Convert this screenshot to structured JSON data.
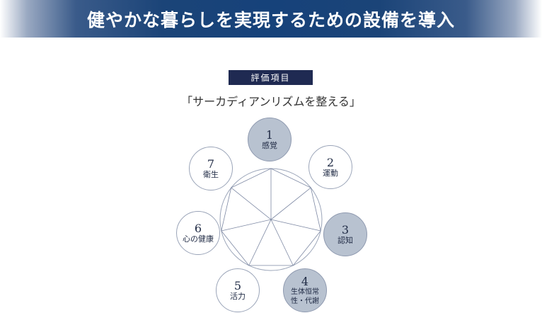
{
  "banner": {
    "title": "健やかな暮らしを実現するための設備を導入"
  },
  "section": {
    "label": "評価項目",
    "subtitle": "「サーカディアンリズムを整える」"
  },
  "items": [
    {
      "num": "1",
      "name": "感覚",
      "highlighted": true
    },
    {
      "num": "2",
      "name": "運動",
      "highlighted": false
    },
    {
      "num": "3",
      "name": "認知",
      "highlighted": true
    },
    {
      "num": "4",
      "name": "生体恒常性・代謝",
      "highlighted": true
    },
    {
      "num": "5",
      "name": "活力",
      "highlighted": false
    },
    {
      "num": "6",
      "name": "心の健康",
      "highlighted": false
    },
    {
      "num": "7",
      "name": "衛生",
      "highlighted": false
    }
  ],
  "colors": {
    "banner": "#16427a",
    "label_bg": "#1f2a52",
    "highlight": "#b8c2d0"
  }
}
